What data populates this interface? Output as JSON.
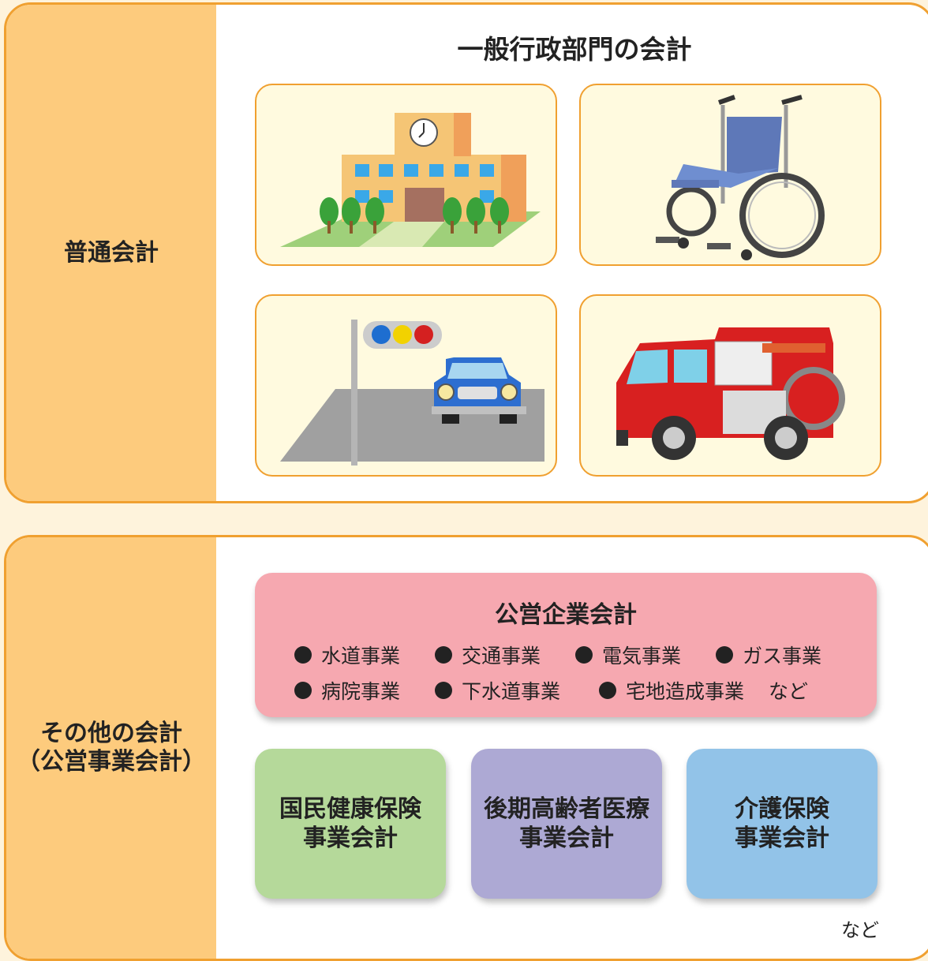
{
  "general": {
    "label": "普通会計",
    "title": "一般行政部門の会計",
    "images": [
      "school-illustration",
      "wheelchair-illustration",
      "traffic-light-car-illustration",
      "fire-truck-illustration"
    ]
  },
  "other": {
    "label_line1": "その他の会計",
    "label_line2": "（公営事業会計）",
    "public_enterprise": {
      "title": "公営企業会計",
      "row1": [
        "水道事業",
        "交通事業",
        "電気事業",
        "ガス事業"
      ],
      "row2": [
        "病院事業",
        "下水道事業",
        "宅地造成事業"
      ],
      "etc": "など"
    },
    "boxes": [
      {
        "line1": "国民健康保険",
        "line2": "事業会計",
        "color": "#b5d99a"
      },
      {
        "line1": "後期高齢者医療",
        "line2": "事業会計",
        "color": "#ada9d4"
      },
      {
        "line1": "介護保険",
        "line2": "事業会計",
        "color": "#92c3e8"
      }
    ],
    "etc": "など"
  },
  "colors": {
    "border": "#f0a030",
    "label_bg": "#fdcb7d",
    "pic_bg": "#fffadf",
    "pink": "#f6a8b0"
  }
}
